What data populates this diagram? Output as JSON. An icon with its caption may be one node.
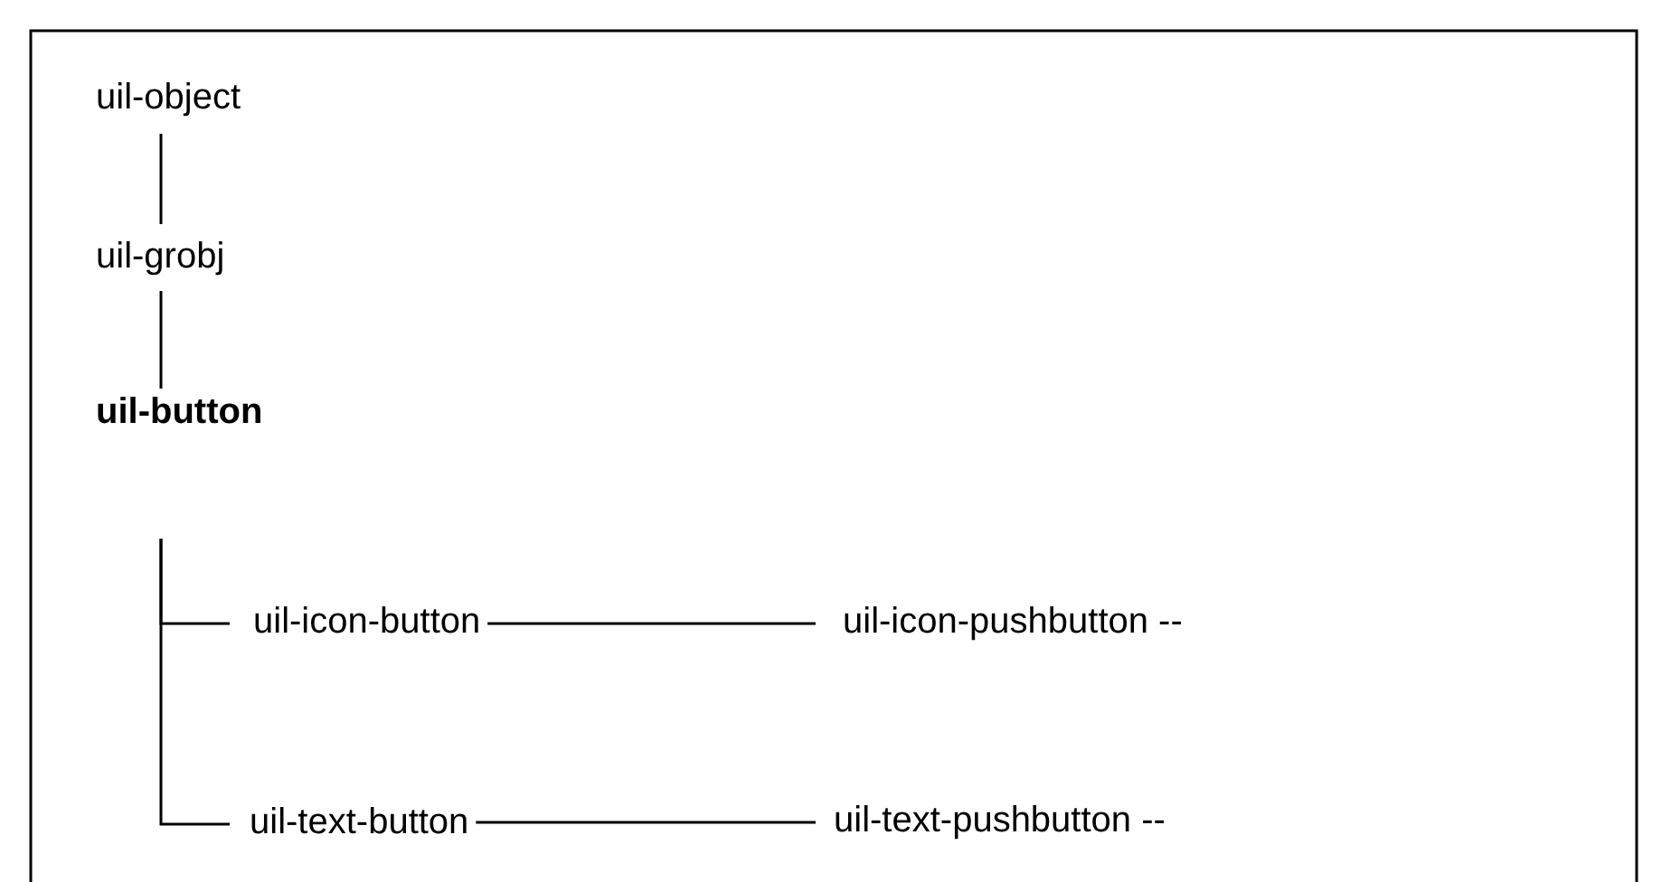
{
  "diagram": {
    "nodes": [
      {
        "text": [
          "uil-object"
        ]
      },
      {
        "text": [
          "uil-grobj"
        ]
      },
      {
        "text": [
          "uil-button"
        ]
      },
      {
        "text": [
          "uil-icon-button"
        ]
      },
      {
        "text": [
          "uil-text-button"
        ]
      },
      {
        "text": [
          "uil-icon-pushbutton --"
        ]
      },
      {
        "text": [
          "uil-text-pushbutton --"
        ]
      }
    ],
    "edges": [
      {
        "from": 0,
        "to": 1,
        "arrow": "none"
      },
      {
        "from": 1,
        "to": 2,
        "arrow": "none"
      },
      {
        "from": 2,
        "to": 3,
        "arrow": "none"
      },
      {
        "from": 2,
        "to": 4,
        "arrow": "none"
      },
      {
        "from": 3,
        "to": 5,
        "arrow": "none"
      },
      {
        "from": 4,
        "to": 6,
        "arrow": "none"
      }
    ]
  }
}
